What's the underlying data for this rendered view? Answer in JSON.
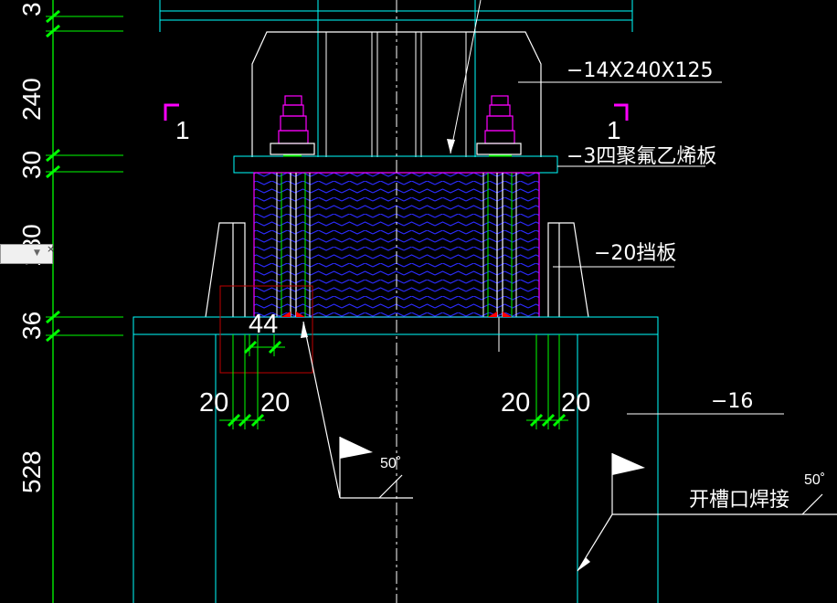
{
  "vertical_dims": [
    "3",
    "240",
    "30",
    "180",
    "36",
    "528"
  ],
  "horizontal_dims": {
    "d44": "44",
    "left_a": "20",
    "left_b": "20",
    "right_a": "20",
    "right_b": "20"
  },
  "labels": {
    "plate": "−14X240X125",
    "ptfe": "−3四聚氟乙烯板",
    "baffle": "−20挡板",
    "plate16": "−16",
    "groove_weld": "开槽口焊接"
  },
  "weld_angles": [
    "50˚",
    "50˚"
  ],
  "section_marks": [
    "1",
    "1"
  ],
  "colors": {
    "background": "#000000",
    "outline": "#00ffff",
    "dim_line": "#00ff00",
    "bolt": "#ff00ff",
    "hatch": "#2b2bff",
    "weld": "#ff0000",
    "section": "#ff00ff",
    "text": "#ffffff"
  }
}
